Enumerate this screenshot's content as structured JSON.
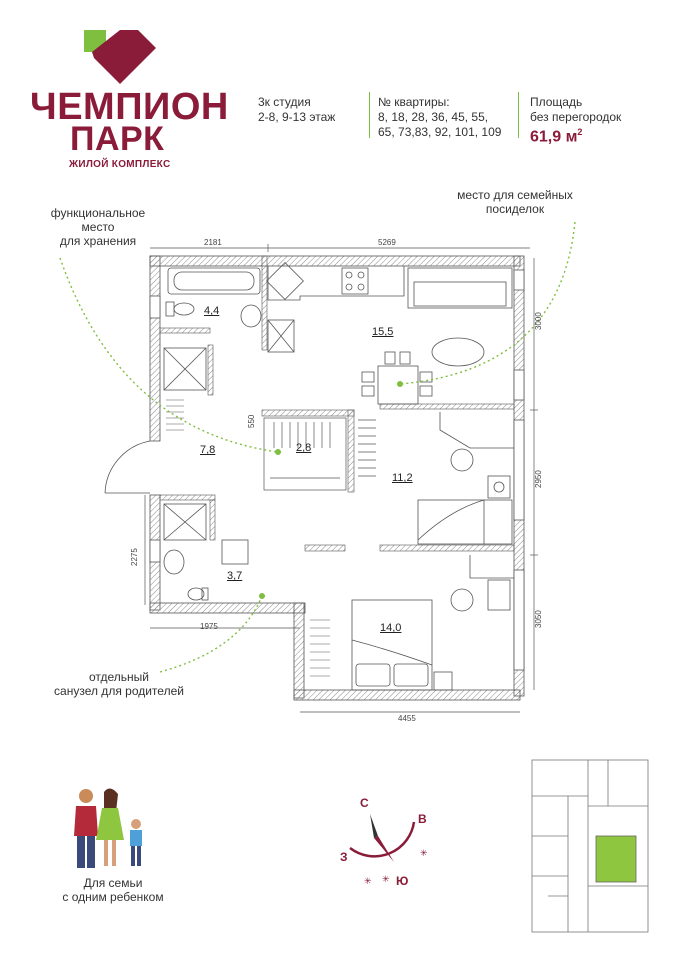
{
  "brand": {
    "name_line1": "ЧЕМПИОН",
    "name_line2": "ПАРК",
    "subtitle": "ЖИЛОЙ КОМПЛЕКС",
    "colors": {
      "brand": "#8a1c3a",
      "accent": "#7fbf3f"
    }
  },
  "apartment": {
    "type": "3к студия",
    "floors": "2-8, 9-13 этаж",
    "numbers_label": "№ квартиры:",
    "numbers_line1": "8, 18, 28, 36, 45, 55,",
    "numbers_line2": "65, 73,83, 92, 101, 109",
    "area_label_line1": "Площадь",
    "area_label_line2": "без перегородок",
    "area_value": "61,9 м",
    "area_unit_sup": "2"
  },
  "callouts": {
    "storage_line1": "функциональное",
    "storage_line2": "место",
    "storage_line3": "для хранения",
    "family_line1": "место для семейных",
    "family_line2": "посиделок",
    "bath_line1": "отдельный",
    "bath_line2": "санузел для родителей"
  },
  "rooms": {
    "bath1": "4,4",
    "kitchen_living": "15,5",
    "storage": "2,8",
    "hall": "7,8",
    "room2": "11,2",
    "bath2": "3,7",
    "bedroom": "14,0"
  },
  "dimensions": {
    "top_left": "2181",
    "top_right": "5269",
    "right_top": "3000",
    "right_mid": "2950",
    "right_bottom": "3050",
    "left_bottom": "2275",
    "bottom_left": "1975",
    "bottom_right": "4455",
    "storage_depth": "550"
  },
  "family": {
    "line1": "Для семьи",
    "line2": "с одним ребенком"
  },
  "compass": {
    "north": "С",
    "east": "В",
    "south": "Ю",
    "west": "З"
  },
  "keyplan": {
    "icon": "floor-keyplan-icon"
  }
}
